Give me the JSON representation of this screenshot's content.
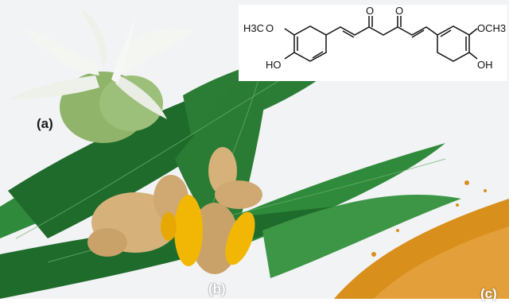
{
  "labels": {
    "a": "(a)",
    "b": "(b)",
    "c": "(c)"
  },
  "structure": {
    "o_top_left": "O",
    "o_top_right": "O",
    "methoxy_left": "H3C",
    "methoxy_left_o": "O",
    "methoxy_right": "OCH3",
    "hydroxyl_left": "HO",
    "hydroxyl_right": "OH"
  },
  "colors": {
    "background_sky": "#f3f4f6",
    "leaf_dark": "#1f6b2c",
    "leaf_mid": "#2f8a3c",
    "leaf_light": "#4fa556",
    "flower_petal": "#f4f6f2",
    "flower_green": "#8fb46a",
    "rhizome_skin": "#d6b27a",
    "rhizome_flesh": "#f2b705",
    "powder": "#d88f1c"
  }
}
